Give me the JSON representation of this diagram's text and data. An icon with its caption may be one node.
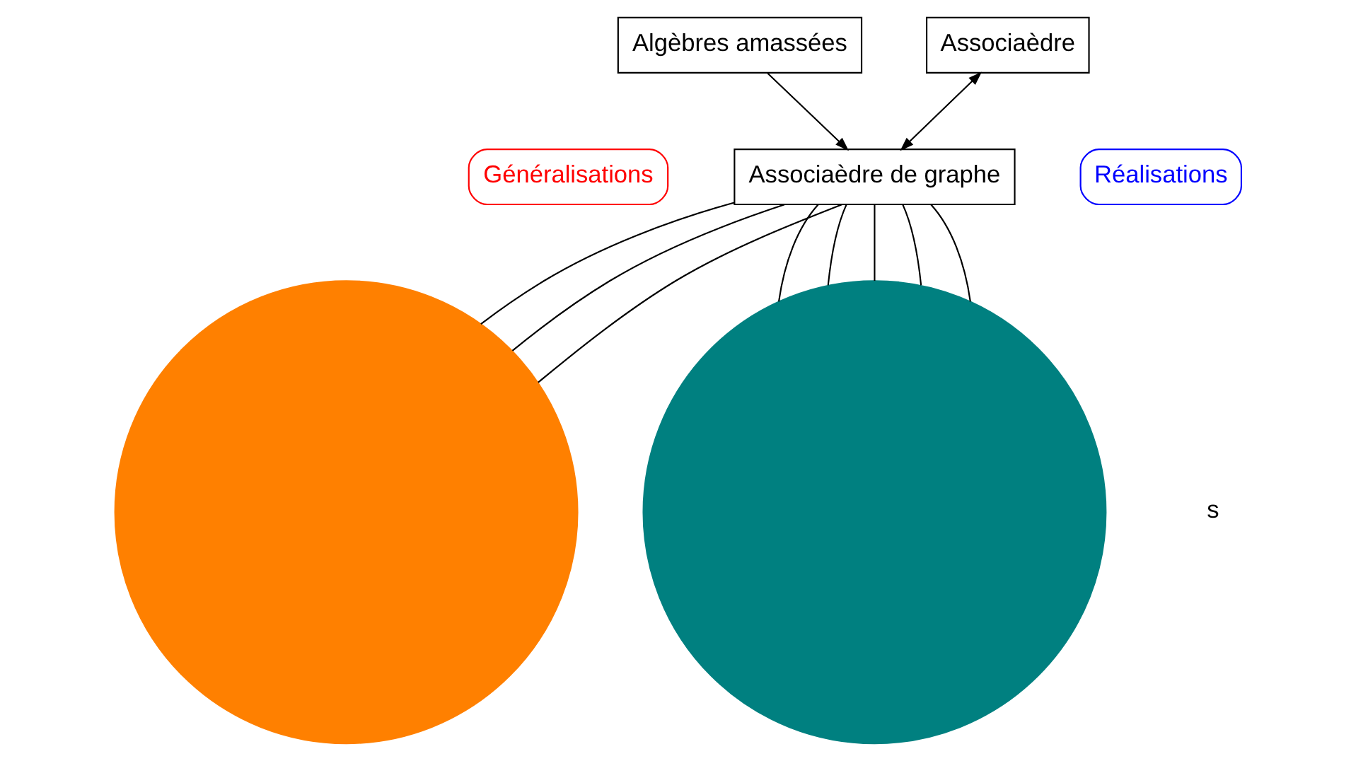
{
  "diagram": {
    "nodes": [
      {
        "text": [
          "Algèbres amassées"
        ]
      },
      {
        "text": [
          "Associaèdre"
        ]
      },
      {
        "text": [
          "Généralisations"
        ]
      },
      {
        "text": [
          "Associaèdre de graphe"
        ]
      },
      {
        "text": [
          "Réalisations"
        ]
      },
      {
        "text": [],
        "shape": "circle"
      },
      {
        "text": [],
        "shape": "circle"
      }
    ],
    "edges": [
      {
        "from": 0,
        "to": 3,
        "arrow": "to"
      },
      {
        "from": 3,
        "to": 1,
        "arrow": "both"
      },
      {
        "from": 3,
        "to": 5,
        "arrow": "none"
      },
      {
        "from": 3,
        "to": 5,
        "arrow": "none"
      },
      {
        "from": 3,
        "to": 5,
        "arrow": "none"
      },
      {
        "from": 3,
        "to": 6,
        "arrow": "none"
      },
      {
        "from": 3,
        "to": 6,
        "arrow": "none"
      },
      {
        "from": 3,
        "to": 6,
        "arrow": "none"
      },
      {
        "from": 3,
        "to": 6,
        "arrow": "none"
      },
      {
        "from": 3,
        "to": 6,
        "arrow": "none"
      }
    ],
    "labels": [
      "s"
    ]
  }
}
